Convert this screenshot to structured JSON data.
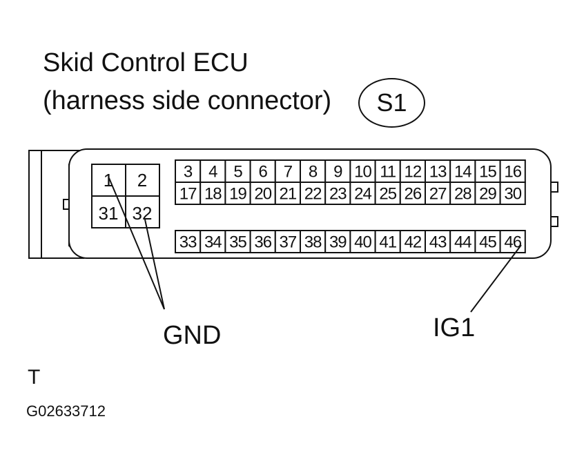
{
  "title": "Skid Control ECU",
  "subtitle": "(harness side connector)",
  "connector_id": "S1",
  "left_block": [
    "1",
    "2",
    "31",
    "32"
  ],
  "row1": [
    "3",
    "4",
    "5",
    "6",
    "7",
    "8",
    "9",
    "10",
    "11",
    "12",
    "13",
    "14",
    "15",
    "16"
  ],
  "row2": [
    "17",
    "18",
    "19",
    "20",
    "21",
    "22",
    "23",
    "24",
    "25",
    "26",
    "27",
    "28",
    "29",
    "30"
  ],
  "row3": [
    "33",
    "34",
    "35",
    "36",
    "37",
    "38",
    "39",
    "40",
    "41",
    "42",
    "43",
    "44",
    "45",
    "46"
  ],
  "labels": {
    "gnd": "GND",
    "ig1": "IG1"
  },
  "mark": "T",
  "figure_code": "G02633712"
}
